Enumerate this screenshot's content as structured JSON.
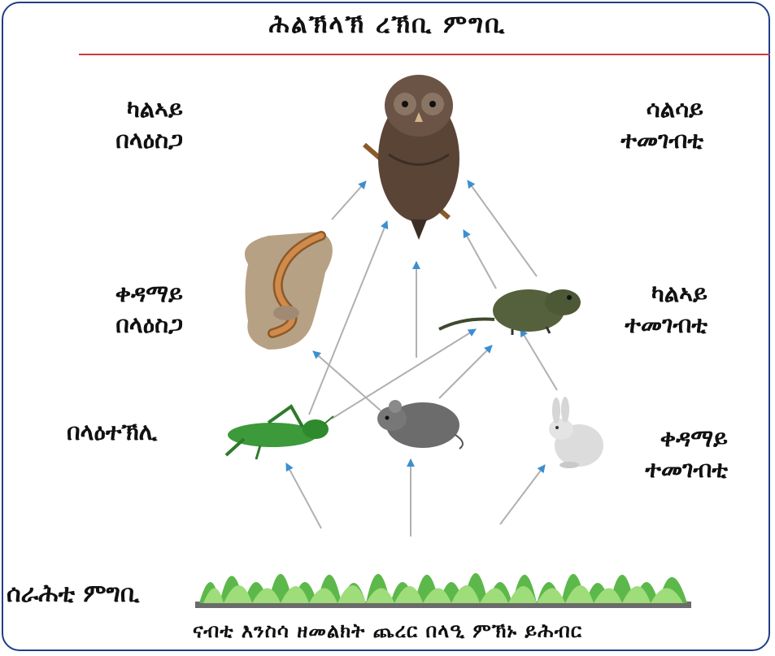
{
  "title": "ሕልኽላኽ ረኽቢ ምግቢ",
  "labels": {
    "tertiary_carnivore": [
      "ካልኣይ",
      "በላዕስጋ"
    ],
    "tertiary_consumer": [
      "ሳልሳይ",
      "ተመገብቲ"
    ],
    "primary_carnivore": [
      "ቀዳማይ",
      "በላዕስጋ"
    ],
    "secondary_consumer": [
      "ካልኣይ",
      "ተመገብቲ"
    ],
    "insectivore": "በላዕተኽሊ",
    "primary_consumer": [
      "ቀዳማይ",
      "ተመገብቲ"
    ],
    "producer": "ሰራሕቲ ምግቢ"
  },
  "caption": "ናብቲ እንስሳ ዘመልክት ጨረር በላዒ ምኽኑ ይሕብር",
  "colors": {
    "arrow": "#3b8fd0",
    "border": "#1f3f86",
    "rule": "#d23a3a"
  },
  "organisms": [
    "owl",
    "snake",
    "rat",
    "grasshopper",
    "mouse",
    "rabbit",
    "grass"
  ]
}
